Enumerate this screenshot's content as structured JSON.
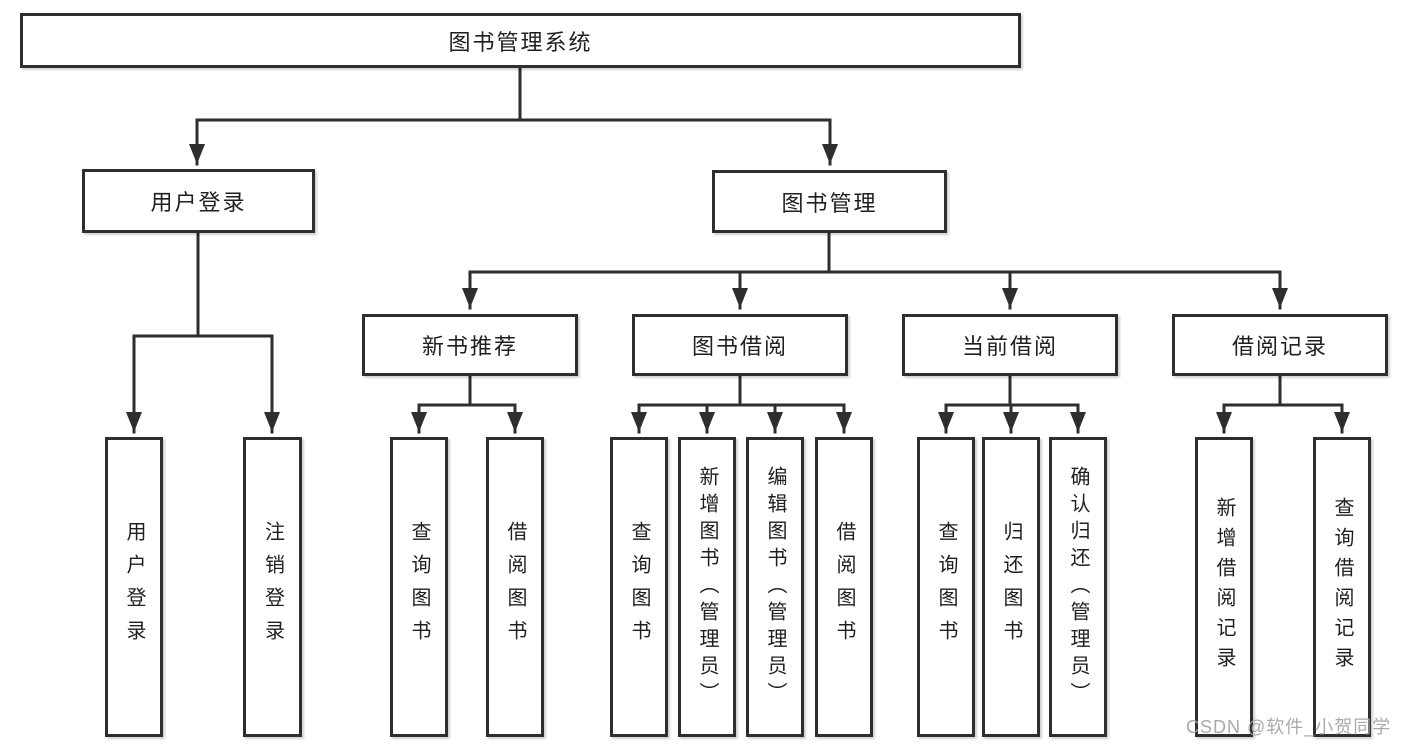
{
  "colors": {
    "line": "#2e2e2e",
    "box_background": "#ffffff",
    "text": "#1f1f1f",
    "watermark": "#a5a5a5"
  },
  "watermark": "CSDN @软件_小贺同学",
  "tree": {
    "root": {
      "label": "图书管理系统"
    },
    "branches": [
      {
        "label": "用户登录",
        "children": [
          {
            "label": "用户登录"
          },
          {
            "label": "注销登录"
          }
        ]
      },
      {
        "label": "图书管理",
        "children": [
          {
            "label": "新书推荐",
            "children": [
              {
                "label": "查询图书"
              },
              {
                "label": "借阅图书"
              }
            ]
          },
          {
            "label": "图书借阅",
            "children": [
              {
                "label": "查询图书"
              },
              {
                "label": "新增图书（管理员）"
              },
              {
                "label": "编辑图书（管理员）"
              },
              {
                "label": "借阅图书"
              }
            ]
          },
          {
            "label": "当前借阅",
            "children": [
              {
                "label": "查询图书"
              },
              {
                "label": "归还图书"
              },
              {
                "label": "确认归还（管理员）"
              }
            ]
          },
          {
            "label": "借阅记录",
            "children": [
              {
                "label": "新增借阅记录"
              },
              {
                "label": "查询借阅记录"
              }
            ]
          }
        ]
      }
    ]
  }
}
